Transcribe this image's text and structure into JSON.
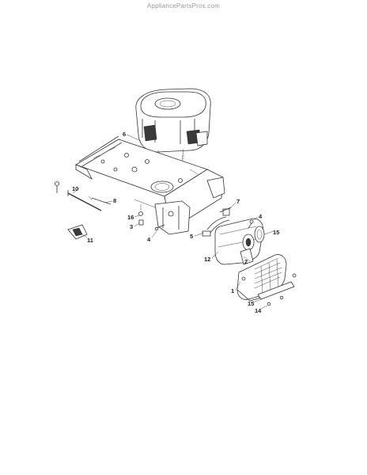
{
  "watermark": "AppliancePartsPros.com",
  "callouts": [
    {
      "id": "c6",
      "label": "6"
    },
    {
      "id": "c10",
      "label": "10"
    },
    {
      "id": "c8",
      "label": "8"
    },
    {
      "id": "c16",
      "label": "16"
    },
    {
      "id": "c3",
      "label": "3"
    },
    {
      "id": "c4a",
      "label": "4"
    },
    {
      "id": "c11",
      "label": "11"
    },
    {
      "id": "c7",
      "label": "7"
    },
    {
      "id": "c4b",
      "label": "4"
    },
    {
      "id": "c5",
      "label": "5"
    },
    {
      "id": "c15a",
      "label": "15"
    },
    {
      "id": "c12",
      "label": "12"
    },
    {
      "id": "c2",
      "label": "2"
    },
    {
      "id": "c1",
      "label": "1"
    },
    {
      "id": "c15b",
      "label": "15"
    },
    {
      "id": "c14",
      "label": "14"
    }
  ]
}
